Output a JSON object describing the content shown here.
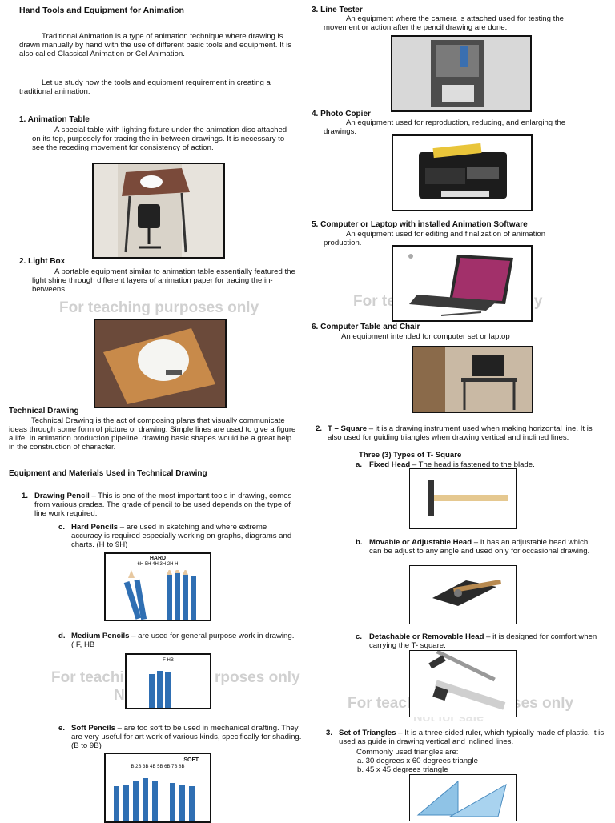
{
  "left_top": {
    "title": "Hand Tools and Equipment for Animation",
    "intro": "Traditional Animation is a type of animation technique where drawing is drawn manually by hand with the use of different basic tools and equipment. It is also called Classical Animation or Cel Animation.",
    "study": "Let us study now the tools and equipment requirement in creating a traditional animation.",
    "item1_title": "1.  Animation Table",
    "item1_text": "A special table with lighting fixture under the animation disc attached on its top, purposely for tracing the in-between drawings. It is necessary to see the receding movement for consistency of action.",
    "item2_title": "2.  Light Box",
    "item2_text": "A portable equipment similar to animation table essentially featured the light shine through different layers of animation paper for tracing the in-betweens."
  },
  "right_top": {
    "item3_title": "3.  Line Tester",
    "item3_text": "An equipment where the camera is attached used for testing the movement or action after the pencil drawing are done.",
    "item4_title": "4.  Photo Copier",
    "item4_text": "An equipment used for reproduction, reducing, and enlarging the drawings.",
    "item5_title": "5.  Computer or Laptop with installed Animation Software",
    "item5_text": "An equipment used for editing and finalization of animation production.",
    "item6_title": "6.  Computer Table and Chair",
    "item6_text": "An equipment intended for computer set or laptop"
  },
  "left_bottom": {
    "title": "Technical Drawing",
    "intro": "Technical Drawing is the act of composing plans that visually communicate ideas through some form of picture or drawing. Simple lines are used to give a figure a life. In animation production pipeline, drawing basic shapes would be a great help in the construction of character.",
    "section": "Equipment and Materials Used in Technical Drawing",
    "item1_label": "1.",
    "item1_bold": "Drawing Pencil",
    "item1_text": " – This is one of the most important tools in drawing, comes from various grades. The grade of pencil to be used depends on the type of line work required.",
    "c_label": "c.",
    "c_bold": "Hard Pencils",
    "c_text": " – are used in sketching and where extreme accuracy is required especially working on graphs, diagrams and charts.  (H to 9H)",
    "c_img_top": "HARD",
    "c_img_grades": "6H 5H 4H 3H 2H H",
    "d_label": "d.",
    "d_bold": "Medium Pencils",
    "d_text": " – are used for general purpose work in drawing.  ( F, HB",
    "d_img_grades": "F HB",
    "e_label": "e.",
    "e_bold": "Soft Pencils",
    "e_text": " – are too soft to be used in mechanical drafting. They are very useful for art work of various kinds, specifically for shading.  (B to 9B)",
    "e_img_top": "SOFT",
    "e_img_grades": "B 2B 3B 4B 5B 6B 7B 8B"
  },
  "right_bottom": {
    "item2_label": "2.",
    "item2_bold": "T – Square",
    "item2_text": " – it is a drawing instrument used when making horizontal line. It is also used for guiding triangles when drawing vertical and inclined lines.",
    "types_title": "Three (3) Types of T- Square",
    "a_label": "a.",
    "a_bold": "Fixed Head",
    "a_text": " – The head is fastened to the blade.",
    "b_label": "b.",
    "b_bold": "Movable or Adjustable Head",
    "b_text": " – It has an adjustable head which can be adjust to any angle and used only for occasional drawing.",
    "c_label": "c.",
    "c_bold": "Detachable or Removable Head",
    "c_text": " – it is designed for comfort when carrying the T- square.",
    "item3_label": "3.",
    "item3_bold": "Set of Triangles",
    "item3_text": " – It is a three-sided ruler, which typically made of plastic. It is used as guide in drawing vertical and inclined lines.",
    "common": "Commonly used  triangles are:",
    "tri_a": "a.  30 degrees x 60 degrees triangle",
    "tri_b": "b.  45 x 45 degrees triangle"
  },
  "watermarks": {
    "teaching": "For teaching purposes only",
    "teaching_cut1": "For tea",
    "teaching_cut2": "es only",
    "notsale": "Not for sale",
    "teaching_cut3": "For teaching",
    "teaching_cut4": "rposes only",
    "notsale_cut1": "Not",
    "notsale_cut2": "sale",
    "teaching_cut5": "For teachi",
    "teaching_cut6": "ses only"
  }
}
